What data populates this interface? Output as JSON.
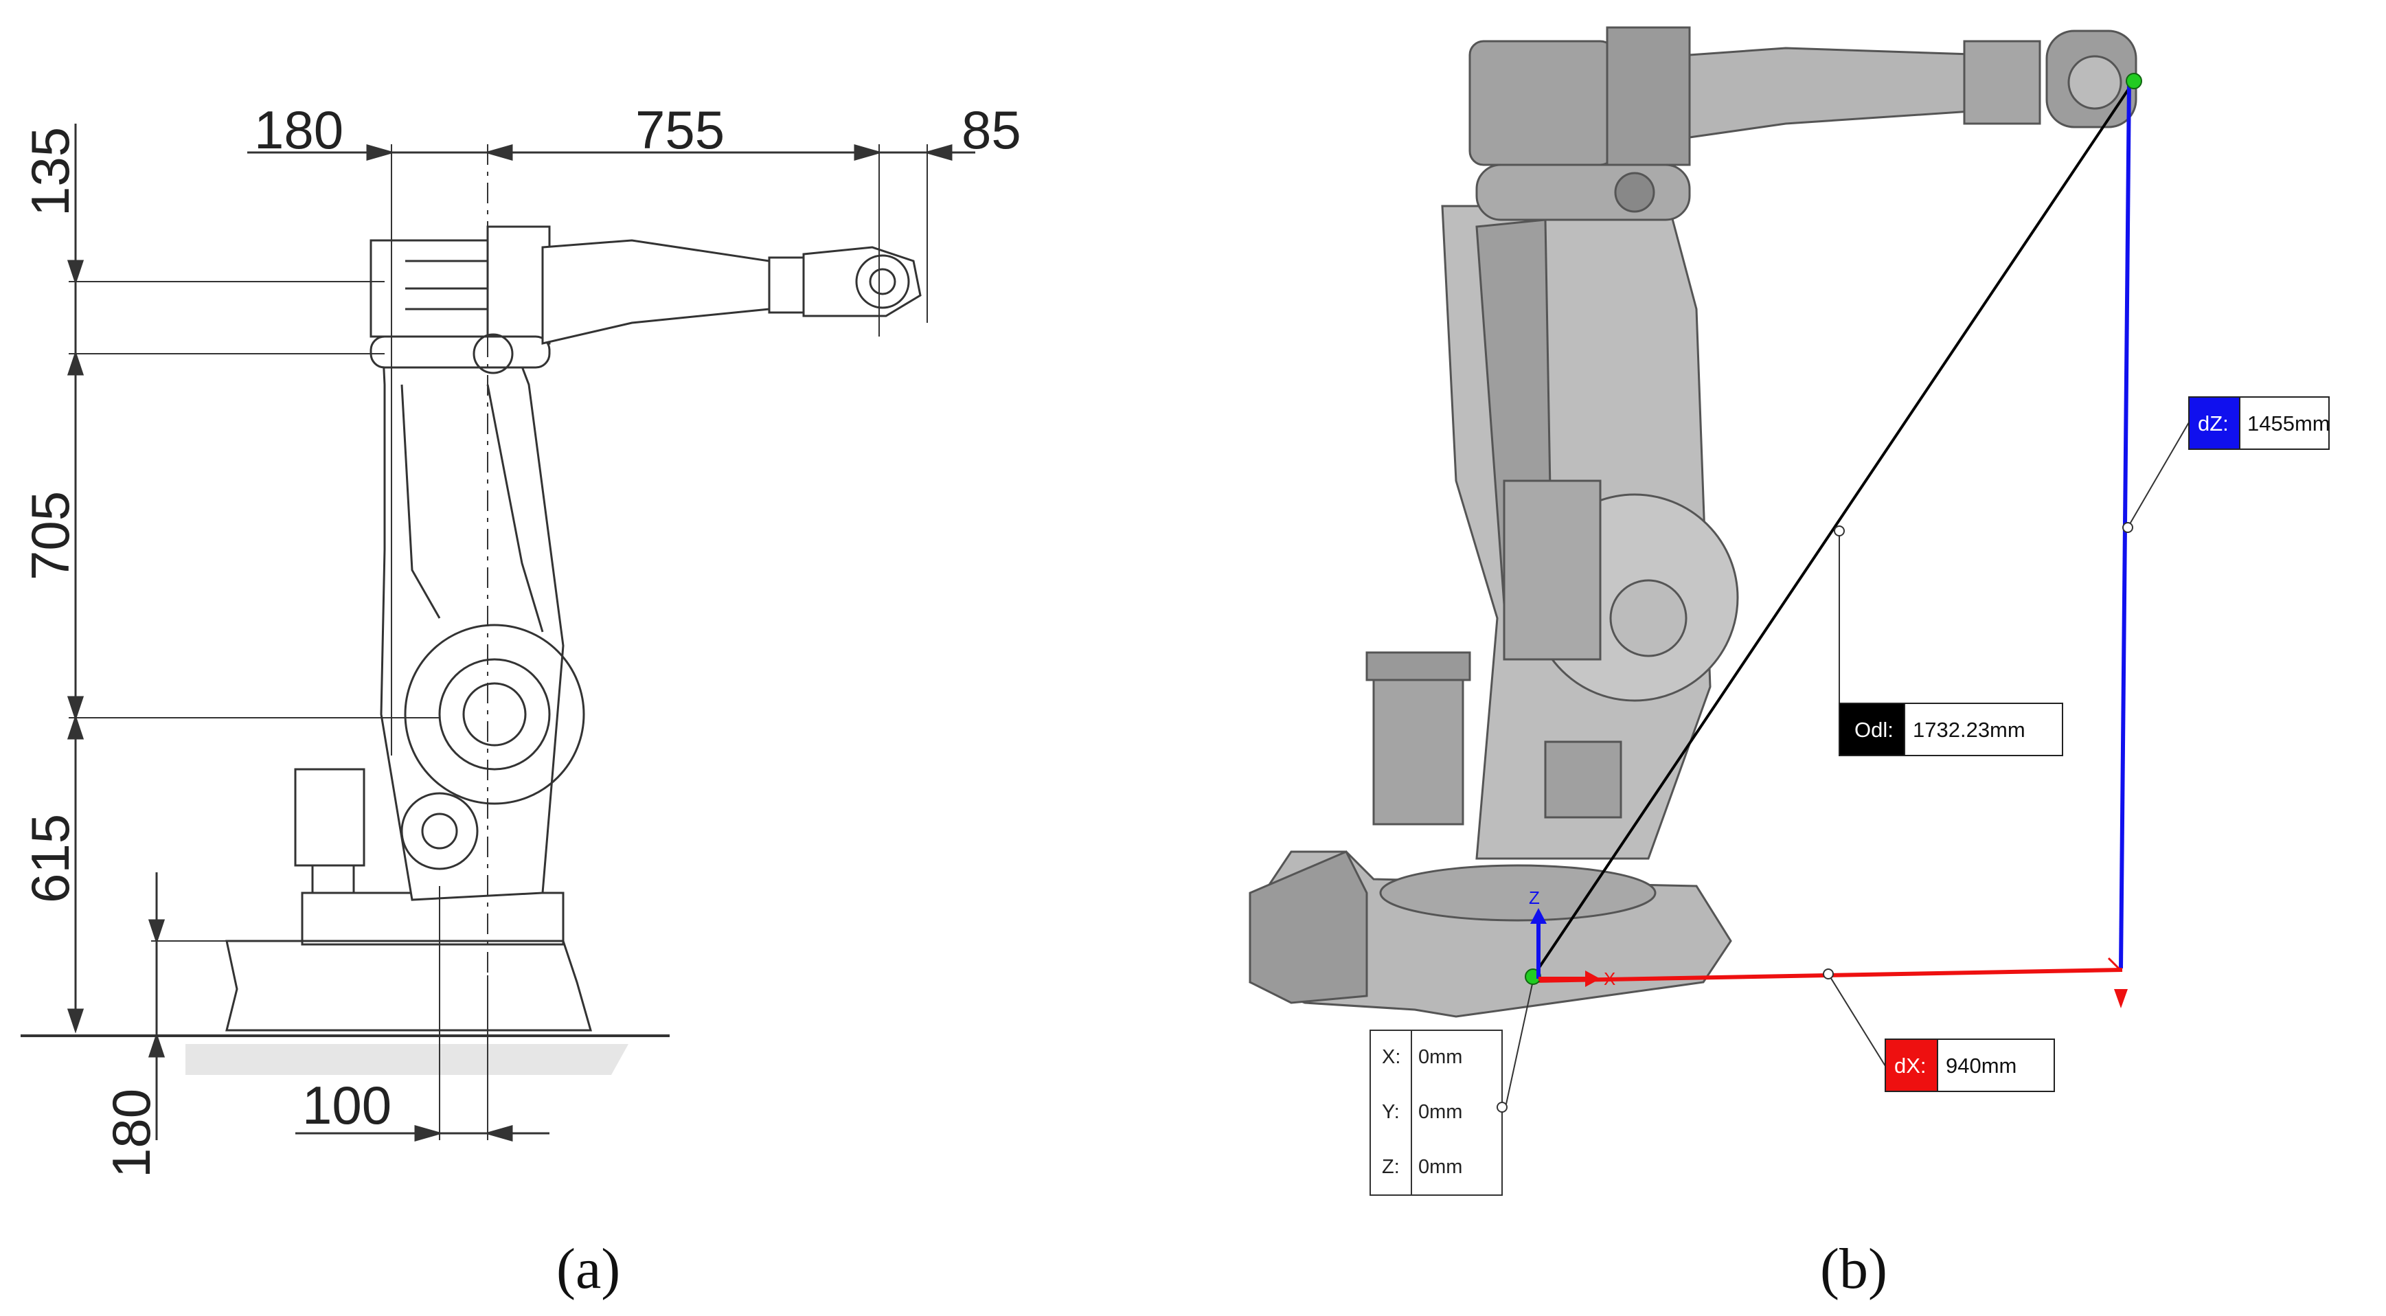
{
  "panel_a": {
    "caption": "(a)",
    "dimensions": {
      "top_180": "180",
      "top_755": "755",
      "top_85": "85",
      "left_135": "135",
      "left_705": "705",
      "left_615": "615",
      "left_180": "180",
      "bottom_100": "100"
    }
  },
  "panel_b": {
    "caption": "(b)",
    "measures": {
      "dz_tag": "dZ:",
      "dz_value": "1455mm",
      "odl_tag": "Odl:",
      "odl_value": "1732.23mm",
      "dx_tag": "dX:",
      "dx_value": "940mm"
    },
    "origin": {
      "x_label": "X:",
      "x_value": "0mm",
      "y_label": "Y:",
      "y_value": "0mm",
      "z_label": "Z:",
      "z_value": "0mm"
    },
    "axes": {
      "z": "Z",
      "x": "X"
    },
    "colors": {
      "dz": "#1010ee",
      "dx": "#ee1010",
      "odl": "#000000",
      "origin_point": "#22cc22"
    }
  }
}
